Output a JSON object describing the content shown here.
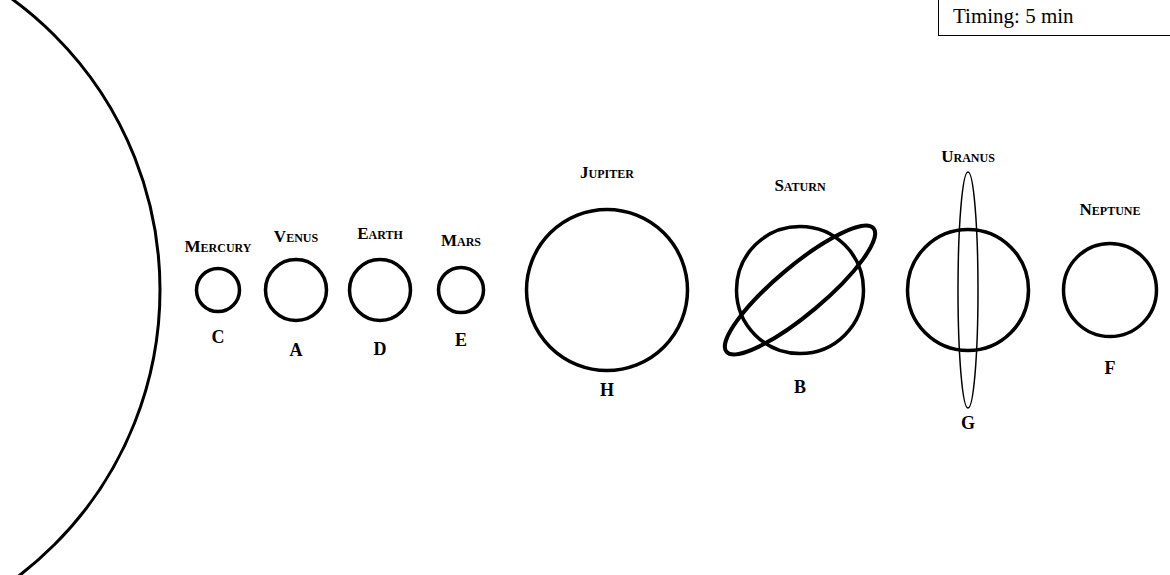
{
  "diagram": {
    "nodes": [
      {
        "text": [
          "Timing: 5 min"
        ]
      },
      {
        "text": [
          "Mercury",
          "C"
        ]
      },
      {
        "text": [
          "Venus",
          "A"
        ]
      },
      {
        "text": [
          "Earth",
          "D"
        ]
      },
      {
        "text": [
          "Mars",
          "E"
        ]
      },
      {
        "text": [
          "Jupiter",
          "H"
        ]
      },
      {
        "text": [
          "Saturn",
          "B"
        ]
      },
      {
        "text": [
          "Uranus",
          "G"
        ]
      },
      {
        "text": [
          "Neptune",
          "F"
        ]
      }
    ]
  }
}
